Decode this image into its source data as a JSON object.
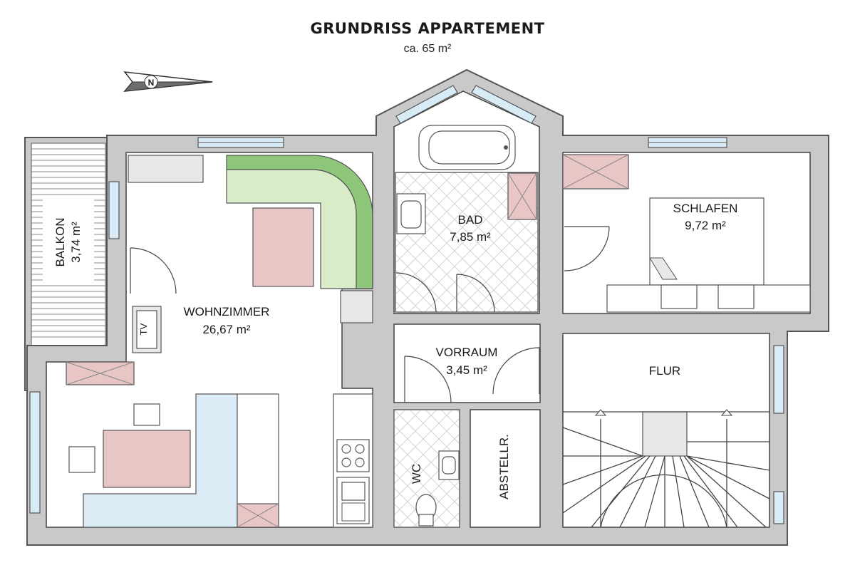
{
  "header": {
    "title": "GRUNDRISS APPARTEMENT",
    "area": "ca. 65 m²"
  },
  "compass": {
    "letter": "N",
    "icon": "north-arrow-icon"
  },
  "rooms": {
    "balkon": {
      "name": "BALKON",
      "area": "3,74 m²"
    },
    "wohnzimmer": {
      "name": "WOHNZIMMER",
      "area": "26,67 m²"
    },
    "bad": {
      "name": "BAD",
      "area": "7,85 m²"
    },
    "schlafen": {
      "name": "SCHLAFEN",
      "area": "9,72 m²"
    },
    "vorraum": {
      "name": "VORRAUM",
      "area": "3,45 m²"
    },
    "flur": {
      "name": "FLUR"
    },
    "wc": {
      "name": "WC"
    },
    "abstellraum": {
      "name": "ABSTELLR."
    }
  },
  "fixtures": {
    "tv_label": "TV"
  },
  "colors": {
    "wall": "#c9c9c9",
    "window": "#d8ecf8",
    "pink_furniture": "#e8c6c6",
    "sofa": "#d8ecc8",
    "sofa_band": "#8fc77a",
    "bench": "#dcecf7"
  }
}
